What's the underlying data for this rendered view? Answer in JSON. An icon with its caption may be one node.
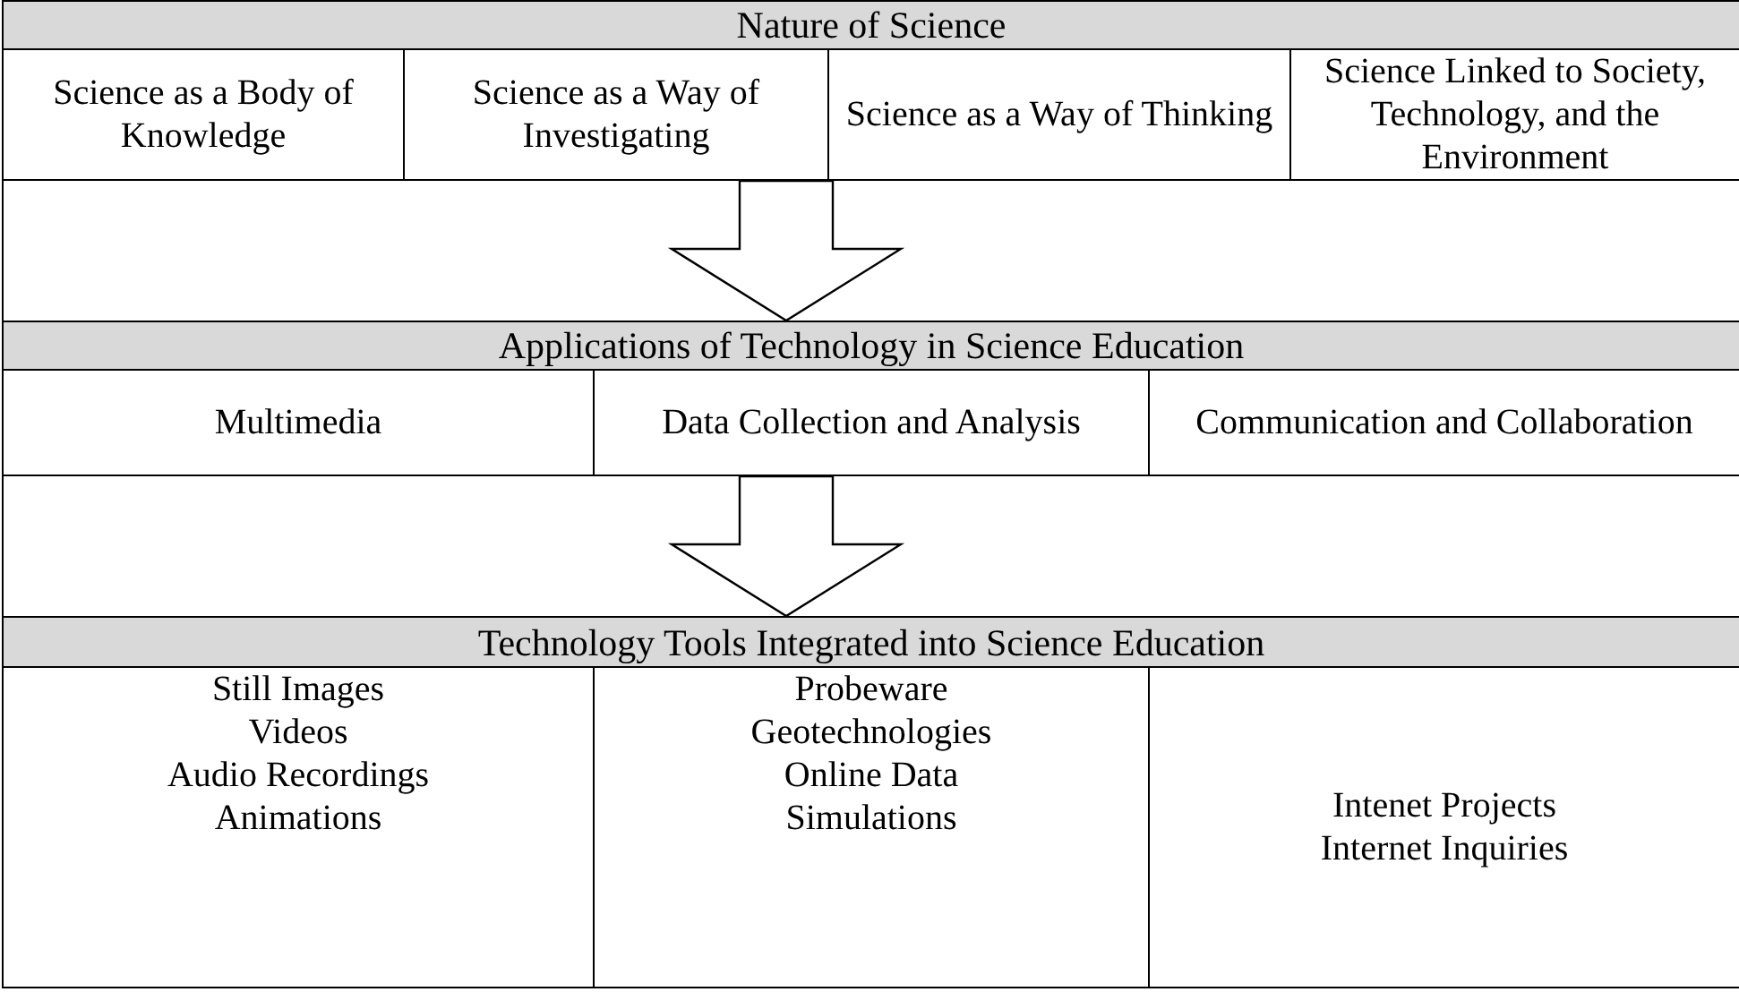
{
  "diagram": {
    "nodes": [
      {
        "text": [
          "Nature of Science"
        ]
      },
      {
        "text": [
          "Science as a Body of Knowledge"
        ],
        "in": 0
      },
      {
        "text": [
          "Science as a Way of Investigating"
        ],
        "in": 0
      },
      {
        "text": [
          "Science as a Way of Thinking"
        ],
        "in": 0
      },
      {
        "text": [
          "Science Linked to Society, Technology, and the Environment"
        ],
        "in": 0
      },
      {
        "text": [
          "Applications of Technology in Science Education"
        ]
      },
      {
        "text": [
          "Multimedia"
        ],
        "in": 5
      },
      {
        "text": [
          "Data Collection and Analysis"
        ],
        "in": 5
      },
      {
        "text": [
          "Communication and Collaboration"
        ],
        "in": 5
      },
      {
        "text": [
          "Technology Tools Integrated into Science Education"
        ]
      },
      {
        "text": [
          "Still Images",
          "Videos",
          "Audio Recordings",
          "Animations"
        ],
        "in": 9
      },
      {
        "text": [
          "Probeware",
          "Geotechnologies",
          "Online Data",
          "Simulations"
        ],
        "in": 9
      },
      {
        "text": [
          "Intenet Projects",
          "Internet Inquiries"
        ],
        "in": 9
      }
    ],
    "edges": [
      {
        "from": 0,
        "to": 5,
        "arrow": "to"
      },
      {
        "from": 5,
        "to": 9,
        "arrow": "to"
      }
    ]
  }
}
